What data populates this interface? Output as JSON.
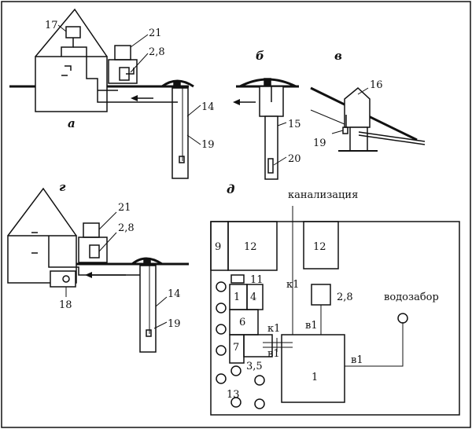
{
  "panel_letters": {
    "a": "а",
    "b": "б",
    "v": "в",
    "g": "г",
    "d": "д"
  },
  "numbers": {
    "n17": "17",
    "n21a": "21",
    "n28a": "2,8",
    "n14a": "14",
    "n19a": "19",
    "n15": "15",
    "n20": "20",
    "n16": "16",
    "n19v": "19",
    "n21g": "21",
    "n28g": "2,8",
    "n14g": "14",
    "n19g": "19",
    "n18": "18"
  },
  "plan": {
    "sewer": "канализация",
    "water_intake": "водозабор",
    "rooms": {
      "r9": "9",
      "r12a": "12",
      "r12b": "12",
      "r11": "11",
      "r1a": "1",
      "r4": "4",
      "r6": "6",
      "r7": "7",
      "r35": "3,5",
      "r13": "13",
      "r1b": "1",
      "r28": "2,8"
    },
    "pipes": {
      "k1a": "к1",
      "k1b": "к1",
      "v1a": "в1",
      "v1b": "в1",
      "v1c": "в1"
    }
  }
}
